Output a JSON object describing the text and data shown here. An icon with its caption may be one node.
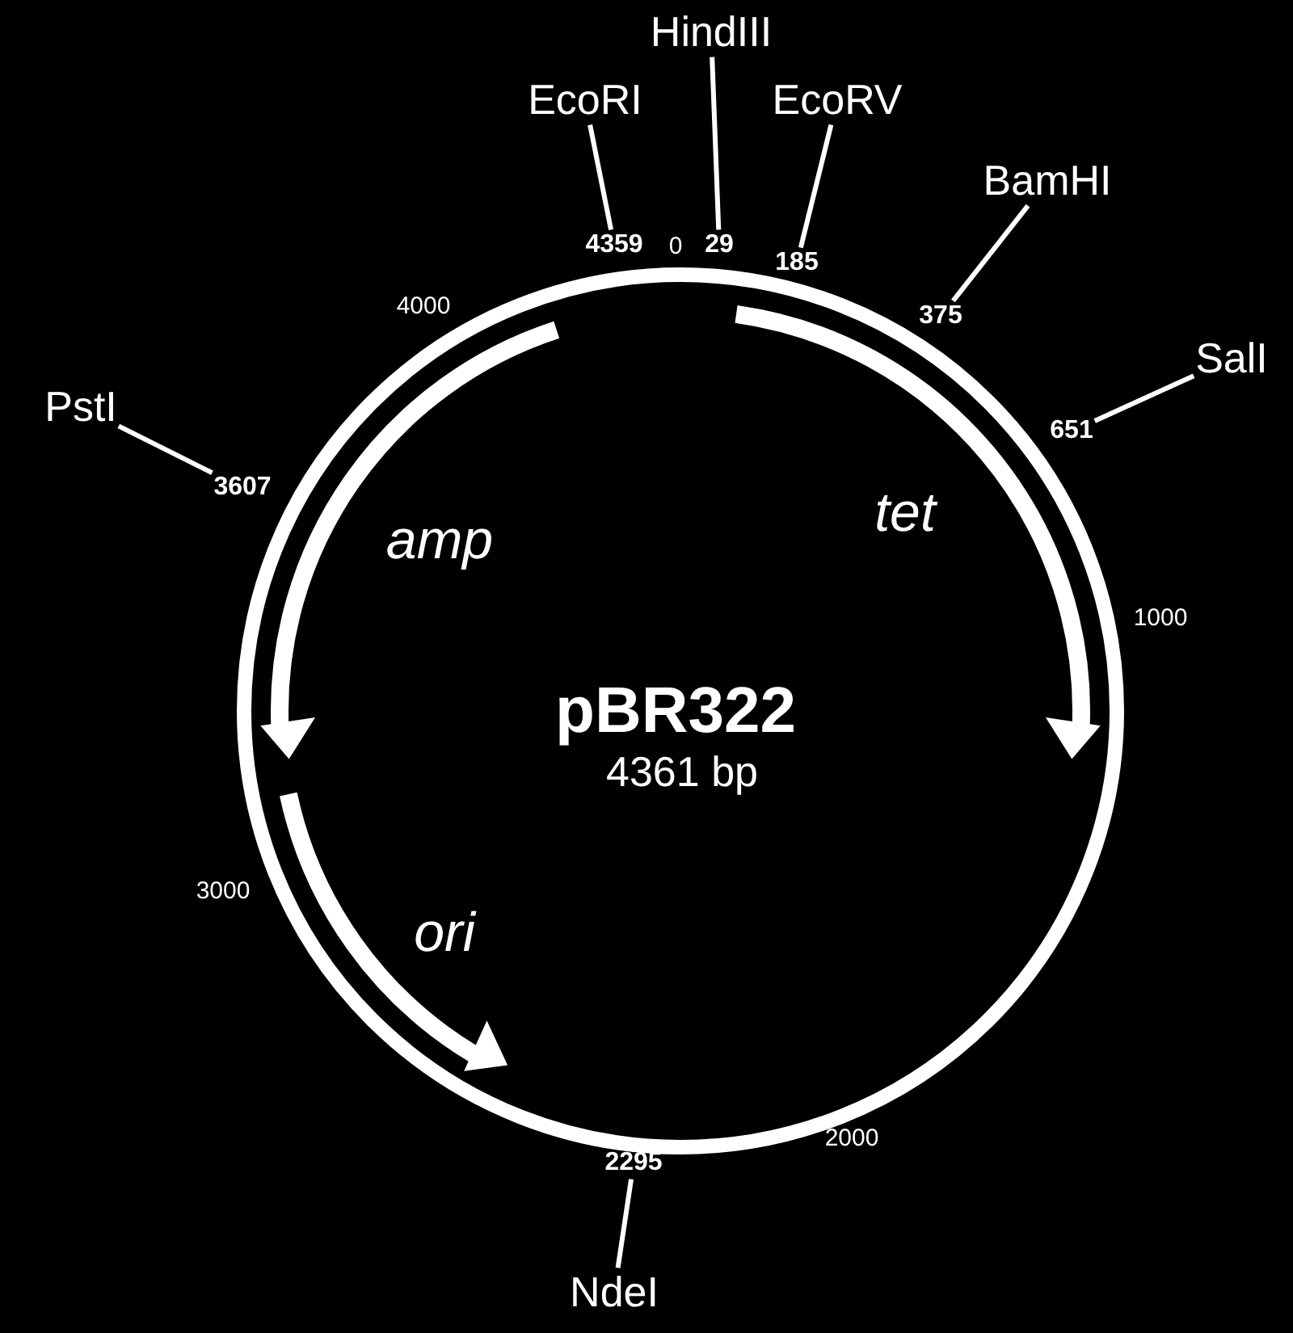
{
  "diagram": {
    "nodes": [
      {
        "text": [
          "HindIII"
        ]
      },
      {
        "text": [
          "EcoRI"
        ]
      },
      {
        "text": [
          "EcoRV"
        ]
      },
      {
        "text": [
          "4359"
        ]
      },
      {
        "text": [
          "29"
        ]
      },
      {
        "text": [
          "185"
        ]
      },
      {
        "text": [
          "BamHI"
        ]
      },
      {
        "text": [
          "375"
        ]
      },
      {
        "text": [
          "SalI"
        ]
      },
      {
        "text": [
          "651"
        ]
      },
      {
        "text": [
          "PstI"
        ]
      },
      {
        "text": [
          "3607"
        ]
      },
      {
        "text": [
          "2295"
        ]
      },
      {
        "text": [
          "NdeI"
        ]
      }
    ],
    "edges": [
      {
        "from": 1,
        "to": 3,
        "arrow": "none"
      },
      {
        "from": 0,
        "to": 4,
        "arrow": "none"
      },
      {
        "from": 2,
        "to": 5,
        "arrow": "none"
      },
      {
        "from": 6,
        "to": 7,
        "arrow": "none"
      },
      {
        "from": 8,
        "to": 9,
        "arrow": "none"
      },
      {
        "from": 10,
        "to": 11,
        "arrow": "none"
      },
      {
        "from": 13,
        "to": 12,
        "arrow": "none"
      }
    ],
    "labels": [
      "0",
      "4000",
      "tet",
      "amp",
      "1000",
      "pBR322",
      "4361 bp",
      "3000",
      "ori",
      "2000"
    ]
  }
}
